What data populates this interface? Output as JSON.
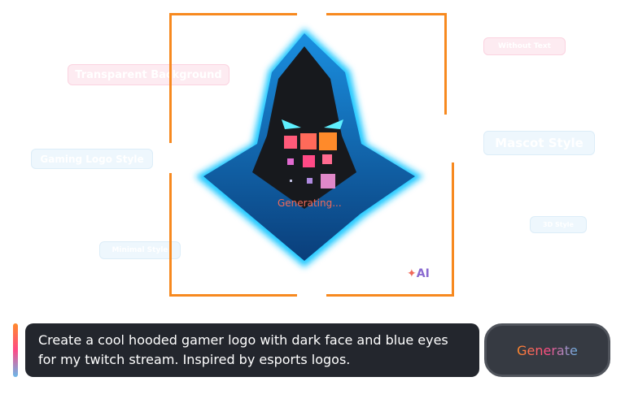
{
  "tags": {
    "transparent_background": "Transparent Background",
    "gaming_logo_style": "Gaming Logo Style",
    "minimal_style": "Minimal Style",
    "without_text": "Without Text",
    "mascot_style": "Mascot Style",
    "3d_style": "3D Style"
  },
  "preview": {
    "status": "Generating...",
    "ai_badge": "AI"
  },
  "prompt": {
    "text": "Create a cool hooded gamer logo with dark face and blue eyes for my twitch stream. Inspired by esports logos."
  },
  "generate_button": {
    "label": "Generate"
  },
  "colors": {
    "accent_orange": "#f7891f",
    "glow_blue": "#1ec8ff",
    "dark": "#23262d"
  }
}
